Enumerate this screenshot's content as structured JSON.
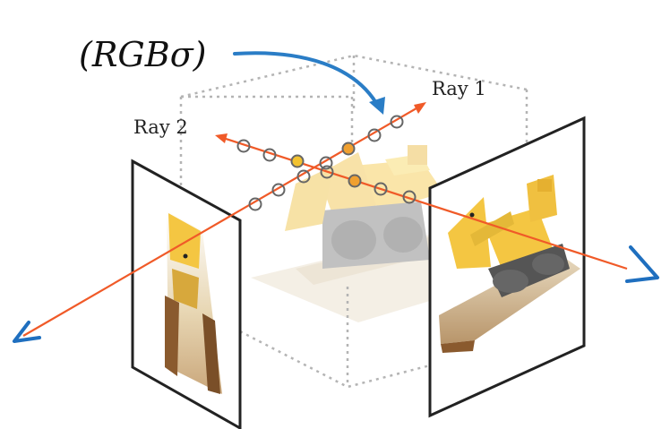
{
  "labels": {
    "rgb_sigma": "(RGBσ)",
    "ray1": "Ray 1",
    "ray2": "Ray 2"
  },
  "colors": {
    "ray": "#f05a28",
    "camera": "#1f6fbf",
    "arrow": "#2a7dc6",
    "box": "#b4b4b4",
    "frame": "#222222",
    "sample_fill": "#ffffff",
    "sample_stroke": "#666666",
    "hit_yellow": "#f2c230",
    "hit_orange": "#f0a030",
    "model_yellow": "#f4c642",
    "ground": "#cfb88f"
  },
  "icons": [
    "camera-left-icon",
    "camera-right-icon"
  ]
}
